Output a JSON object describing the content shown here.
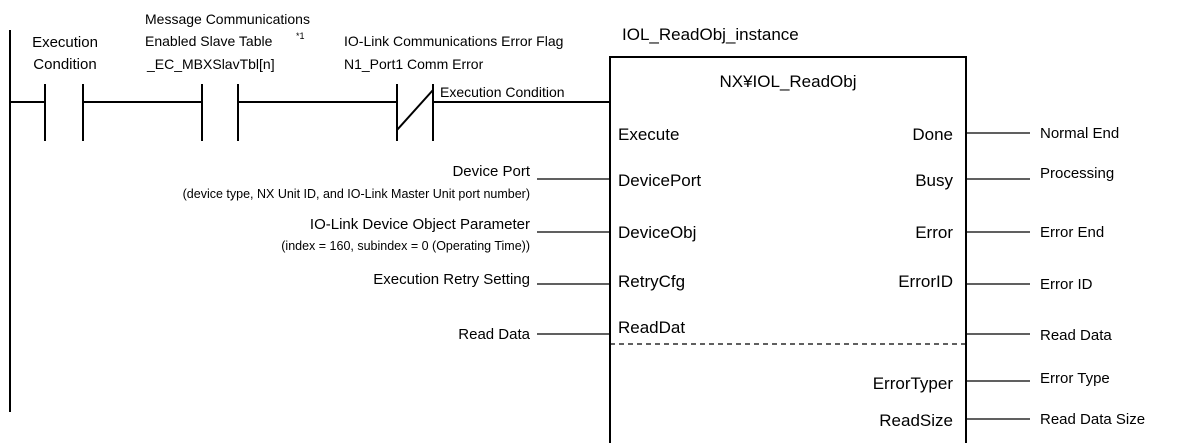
{
  "header": {
    "exec_cond_line1": "Execution",
    "exec_cond_line2": "Condition",
    "msg_comm_line1": "Message Communications",
    "msg_comm_line2": "Enabled Slave Table",
    "msg_comm_footnote": "*1",
    "msg_comm_var": "_EC_MBXSlavTbl[n]",
    "iolink_err_label": "IO-Link Communications Error Flag",
    "iolink_err_var": "N1_Port1 Comm Error",
    "exec_cond_rung": "Execution Condition"
  },
  "fb": {
    "instance_name": "IOL_ReadObj_instance",
    "type_name": "NX¥IOL_ReadObj",
    "inputs": {
      "execute": "Execute",
      "device_port": "DevicePort",
      "device_obj": "DeviceObj",
      "retry_cfg": "RetryCfg",
      "read_dat": "ReadDat"
    },
    "outputs": {
      "done": "Done",
      "busy": "Busy",
      "error": "Error",
      "error_id": "ErrorID",
      "error_typer": "ErrorTyper",
      "read_size": "ReadSize"
    }
  },
  "input_labels": {
    "device_port": "Device Port",
    "device_port_note": "(device type, NX Unit ID, and IO-Link Master Unit port number)",
    "device_obj": "IO-Link Device Object Parameter",
    "device_obj_note": "(index = 160, subindex = 0 (Operating Time))",
    "retry_cfg": "Execution Retry Setting",
    "read_dat": "Read Data"
  },
  "output_labels": {
    "done": "Normal End",
    "busy": "Processing",
    "error": "Error End",
    "error_id": "Error ID",
    "read_dat": "Read Data",
    "error_typer": "Error Type",
    "read_size": "Read Data Size"
  }
}
